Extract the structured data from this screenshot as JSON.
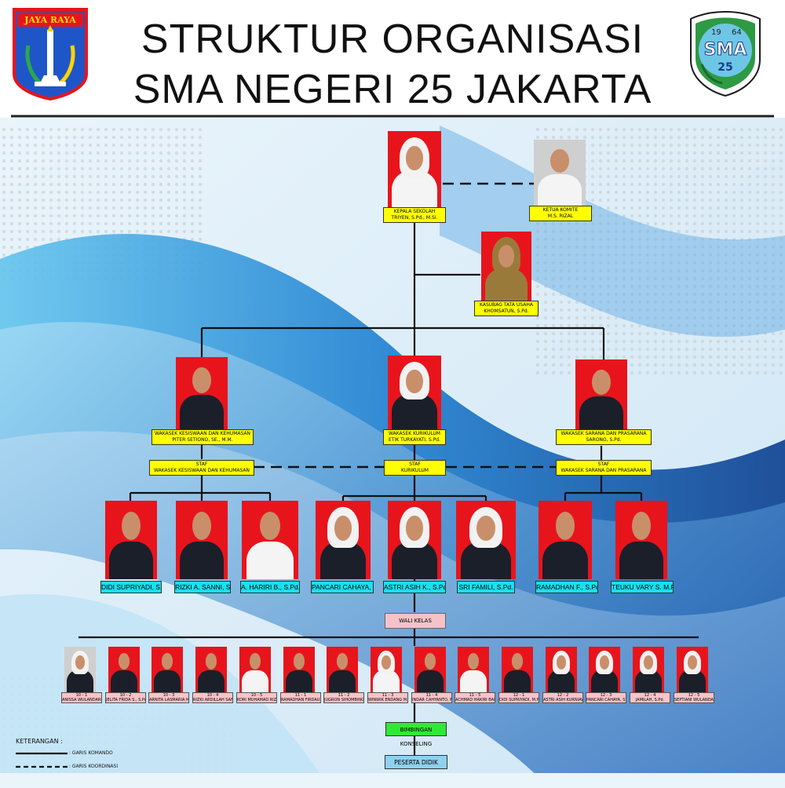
{
  "header": {
    "title_line1": "STRUKTUR ORGANISASI",
    "title_line2": "SMA NEGERI 25 JAKARTA",
    "logo_left_text": "JAYA RAYA",
    "logo_right_text": "SMA",
    "logo_right_number": "25",
    "logo_right_year_a": "19",
    "logo_right_year_b": "64"
  },
  "top": {
    "kepala": {
      "role": "KEPALA SEKOLAH",
      "name": "TRIYEN, S.Pd., M.Si."
    },
    "komite": {
      "role": "KETUA KOMITE",
      "name": "M.S. RIZAL"
    },
    "kasubag": {
      "role": "KASUBAG TATA USAHA",
      "name": "KHOMSATUN, S.Pd."
    }
  },
  "wakasek": [
    {
      "role": "WAKASEK KESISWAAN DAN KEHUMASAN",
      "name": "PITER SETIONO, SE., M.M."
    },
    {
      "role": "WAKASEK KURIKULUM",
      "name": "ETIK TURKAYATI, S.Pd."
    },
    {
      "role": "WAKASEK SARANA DAN PRASARANA",
      "name": "SARONO, S.Pd."
    }
  ],
  "staf": [
    {
      "line1": "STAF",
      "line2": "WAKASEK KESISWAAN DAN KEHUMASAN"
    },
    {
      "line1": "STAF",
      "line2": "KURIKULUM"
    },
    {
      "line1": "STAF",
      "line2": "WAKASEK SARANA DAN PRASARANA"
    }
  ],
  "staff_members": [
    "DIDI SUPRIYADI, S.Pd.",
    "RIZKI A. SANNI, S.Pd.",
    "A. HARIRI B., S.Pd.I.",
    "PANCARI CAHAYA, S.Pd.",
    "ASTRI ASIH K., S.Pd.",
    "SRI FAMILI, S.Pd.",
    "RAMADHAN F., S.Pd.",
    "TEUKU VARY S. M.Pd."
  ],
  "wali_kelas_label": "WALI KELAS",
  "wali_kelas": [
    {
      "kelas": "10 - 1",
      "name": "ANISSA WULANDARI, S.Pd."
    },
    {
      "kelas": "10 - 2",
      "name": "JELITA FRIDA S., S.Pd."
    },
    {
      "kelas": "10 - 3",
      "name": "ARNITA LASMARIA M.S., S.Pd."
    },
    {
      "kelas": "10 - 4",
      "name": "RIZKI ARDILLAH SANNI, S.Pd."
    },
    {
      "kelas": "10 - 5",
      "name": "KORI MUHAMAD RIZAL, M.Pd."
    },
    {
      "kelas": "11 - 1",
      "name": "RAMADHAN FIRDAUS, S.Pd."
    },
    {
      "kelas": "11 - 2",
      "name": "JUGRON SIHOMBING, M.Pd.K."
    },
    {
      "kelas": "11 - 3",
      "name": "WINWIK ENDANG M., S.Pd."
    },
    {
      "kelas": "11 - 4",
      "name": "INDAR CAHYANTO, M.Pd."
    },
    {
      "kelas": "11 - 5",
      "name": "ACHMAD HAKIRI BADRI, S.Ag."
    },
    {
      "kelas": "12 - 1",
      "name": "DIDI SUPRIYADI, M.Pd."
    },
    {
      "kelas": "12 - 2",
      "name": "ASTRI ASIH KURNIAWATI, S.Pd."
    },
    {
      "kelas": "12 - 3",
      "name": "PANCARI CAHAYA, S.Pd."
    },
    {
      "kelas": "12 - 4",
      "name": "JAMILAH, S.Pd."
    },
    {
      "kelas": "12 - 5",
      "name": "SEPTIANI WULANDARI, S.Pd."
    }
  ],
  "bimbingan": "BIMBINGAN KONSELING",
  "peserta": "PESERTA DIDIK",
  "legend": {
    "title": "KETERANGAN :",
    "komando": ": GARIS KOMANDO",
    "koordinasi": ": GARIS KOORDINASI"
  },
  "colors": {
    "photo_bg": "#e8141c",
    "label_yellow": "#ffff00",
    "label_cyan": "#19e0f0",
    "label_pink": "#f7c4c8",
    "bk_green": "#33e833",
    "peserta_blue": "#8fd1ee",
    "background_wave": "#1565c0"
  }
}
